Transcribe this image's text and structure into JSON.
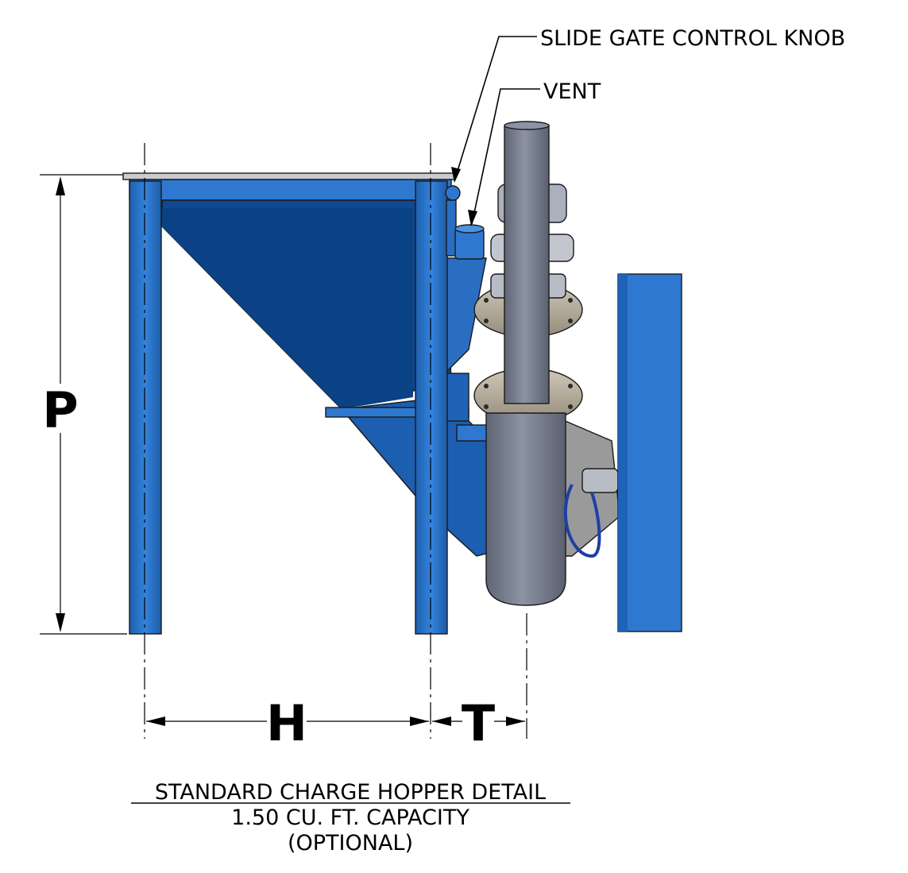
{
  "callouts": {
    "slide_gate_control_knob": "SLIDE GATE CONTROL KNOB",
    "vent": "VENT"
  },
  "dimensions": {
    "height_label": "P",
    "width_label": "H",
    "offset_label": "T"
  },
  "title": {
    "line1": "STANDARD CHARGE HOPPER DETAIL",
    "line2": "1.50 CU. FT. CAPACITY",
    "line3": "(OPTIONAL)"
  },
  "colors": {
    "frame_blue": "#2f78cf",
    "hopper_blue": "#0d4a93",
    "pipe_gray": "#7d8494",
    "flange_tan": "#b6ad9c"
  },
  "icons": {
    "dimension_arrow": "arrowhead-icon"
  }
}
